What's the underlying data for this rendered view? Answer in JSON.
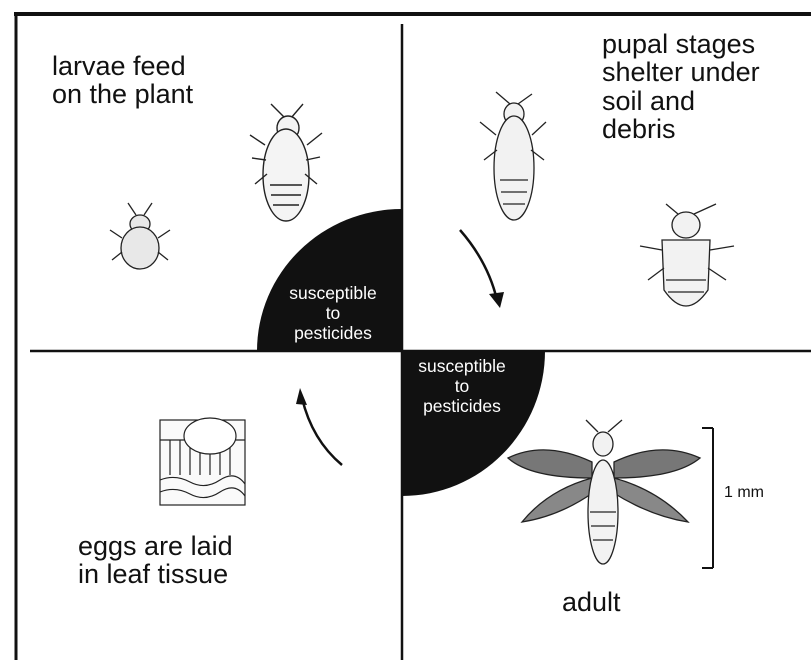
{
  "diagram": {
    "quadrants": {
      "larvae": {
        "text_line1": "larvae feed",
        "text_line2": "on the plant"
      },
      "pupae": {
        "text_line1": "pupal stages",
        "text_line2": "shelter under",
        "text_line3": "soil and",
        "text_line4": "debris"
      },
      "eggs": {
        "text_line1": "eggs are laid",
        "text_line2": "in leaf tissue"
      },
      "adult": {
        "text": "adult"
      }
    },
    "susceptible_top": {
      "line1": "susceptible",
      "line2": "to",
      "line3": "pesticides"
    },
    "susceptible_bottom": {
      "line1": "susceptible",
      "line2": "to",
      "line3": "pesticides"
    },
    "scale": {
      "text": "1 mm"
    },
    "icons": [
      "larva-large-icon",
      "larva-small-icon",
      "pupa-upper-icon",
      "pupa-lower-icon",
      "egg-in-leaf-icon",
      "adult-thrips-icon",
      "cycle-arrow-icon"
    ],
    "colors": {
      "ink": "#111111",
      "wedge": "#111111",
      "background": "#ffffff"
    }
  }
}
